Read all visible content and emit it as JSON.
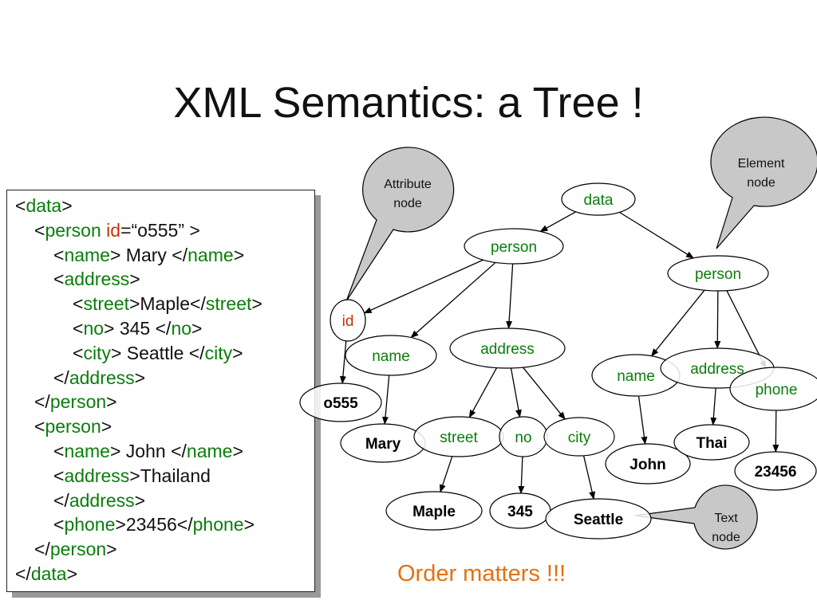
{
  "title": "XML Semantics: a Tree !",
  "code_lines": [
    [
      {
        "t": "<",
        "c": "p"
      },
      {
        "t": "data",
        "c": "tag"
      },
      {
        "t": ">",
        "c": "p"
      }
    ],
    [
      {
        "t": "<",
        "c": "p"
      },
      {
        "t": "person",
        "c": "tag"
      },
      {
        "t": " ",
        "c": "p"
      },
      {
        "t": "id",
        "c": "attr"
      },
      {
        "t": "=“o555” >",
        "c": "p"
      }
    ],
    [
      {
        "t": "<",
        "c": "p"
      },
      {
        "t": "name",
        "c": "tag"
      },
      {
        "t": "> Mary </",
        "c": "p"
      },
      {
        "t": "name",
        "c": "tag"
      },
      {
        "t": ">",
        "c": "p"
      }
    ],
    [
      {
        "t": "<",
        "c": "p"
      },
      {
        "t": "address",
        "c": "tag"
      },
      {
        "t": ">",
        "c": "p"
      }
    ],
    [
      {
        "t": "<",
        "c": "p"
      },
      {
        "t": "street",
        "c": "tag"
      },
      {
        "t": ">Maple</",
        "c": "p"
      },
      {
        "t": "street",
        "c": "tag"
      },
      {
        "t": ">",
        "c": "p"
      }
    ],
    [
      {
        "t": "<",
        "c": "p"
      },
      {
        "t": "no",
        "c": "tag"
      },
      {
        "t": "> 345 </",
        "c": "p"
      },
      {
        "t": "no",
        "c": "tag"
      },
      {
        "t": ">",
        "c": "p"
      }
    ],
    [
      {
        "t": "<",
        "c": "p"
      },
      {
        "t": "city",
        "c": "tag"
      },
      {
        "t": "> Seattle </",
        "c": "p"
      },
      {
        "t": "city",
        "c": "tag"
      },
      {
        "t": ">",
        "c": "p"
      }
    ],
    [
      {
        "t": "</",
        "c": "p"
      },
      {
        "t": "address",
        "c": "tag"
      },
      {
        "t": ">",
        "c": "p"
      }
    ],
    [
      {
        "t": "</",
        "c": "p"
      },
      {
        "t": "person",
        "c": "tag"
      },
      {
        "t": ">",
        "c": "p"
      }
    ],
    [
      {
        "t": "<",
        "c": "p"
      },
      {
        "t": "person",
        "c": "tag"
      },
      {
        "t": ">",
        "c": "p"
      }
    ],
    [
      {
        "t": "<",
        "c": "p"
      },
      {
        "t": "name",
        "c": "tag"
      },
      {
        "t": "> John </",
        "c": "p"
      },
      {
        "t": "name",
        "c": "tag"
      },
      {
        "t": ">",
        "c": "p"
      }
    ],
    [
      {
        "t": "<",
        "c": "p"
      },
      {
        "t": "address",
        "c": "tag"
      },
      {
        "t": ">Thailand",
        "c": "p"
      }
    ],
    [
      {
        "t": "</",
        "c": "p"
      },
      {
        "t": "address",
        "c": "tag"
      },
      {
        "t": ">",
        "c": "p"
      }
    ],
    [
      {
        "t": "<",
        "c": "p"
      },
      {
        "t": "phone",
        "c": "tag"
      },
      {
        "t": ">23456</",
        "c": "p"
      },
      {
        "t": "phone",
        "c": "tag"
      },
      {
        "t": ">",
        "c": "p"
      }
    ],
    [
      {
        "t": "</",
        "c": "p"
      },
      {
        "t": "person",
        "c": "tag"
      },
      {
        "t": ">",
        "c": "p"
      }
    ],
    [
      {
        "t": "</",
        "c": "p"
      },
      {
        "t": "data",
        "c": "tag"
      },
      {
        "t": ">",
        "c": "p"
      }
    ]
  ],
  "tree": {
    "nodes": [
      {
        "id": "data",
        "label": "data",
        "kind": "element"
      },
      {
        "id": "person1",
        "label": "person",
        "kind": "element"
      },
      {
        "id": "person2",
        "label": "person",
        "kind": "element"
      },
      {
        "id": "id",
        "label": "id",
        "kind": "attribute"
      },
      {
        "id": "name1",
        "label": "name",
        "kind": "element"
      },
      {
        "id": "address1",
        "label": "address",
        "kind": "element"
      },
      {
        "id": "o555",
        "label": "o555",
        "kind": "text"
      },
      {
        "id": "mary",
        "label": "Mary",
        "kind": "text"
      },
      {
        "id": "street",
        "label": "street",
        "kind": "element"
      },
      {
        "id": "no",
        "label": "no",
        "kind": "element"
      },
      {
        "id": "city",
        "label": "city",
        "kind": "element"
      },
      {
        "id": "maple",
        "label": "Maple",
        "kind": "text"
      },
      {
        "id": "n345",
        "label": "345",
        "kind": "text"
      },
      {
        "id": "seattle",
        "label": "Seattle",
        "kind": "text"
      },
      {
        "id": "name2",
        "label": "name",
        "kind": "element"
      },
      {
        "id": "address2",
        "label": "address",
        "kind": "element"
      },
      {
        "id": "phone",
        "label": "phone",
        "kind": "element"
      },
      {
        "id": "john",
        "label": "John",
        "kind": "text"
      },
      {
        "id": "thai",
        "label": "Thai",
        "kind": "text"
      },
      {
        "id": "n23456",
        "label": "23456",
        "kind": "text"
      }
    ],
    "edges": [
      [
        "data",
        "person1"
      ],
      [
        "data",
        "person2"
      ],
      [
        "person1",
        "id"
      ],
      [
        "person1",
        "name1"
      ],
      [
        "person1",
        "address1"
      ],
      [
        "id",
        "o555"
      ],
      [
        "name1",
        "mary"
      ],
      [
        "address1",
        "street"
      ],
      [
        "address1",
        "no"
      ],
      [
        "address1",
        "city"
      ],
      [
        "street",
        "maple"
      ],
      [
        "no",
        "n345"
      ],
      [
        "city",
        "seattle"
      ],
      [
        "person2",
        "name2"
      ],
      [
        "person2",
        "address2"
      ],
      [
        "person2",
        "phone"
      ],
      [
        "name2",
        "john"
      ],
      [
        "address2",
        "thai"
      ],
      [
        "phone",
        "n23456"
      ]
    ]
  },
  "callouts": {
    "attribute": [
      "Attribute",
      "node"
    ],
    "element": [
      "Element",
      "node"
    ],
    "text": [
      "Text",
      "node"
    ]
  },
  "note": "Order matters !!!",
  "colors": {
    "tag": "#0a7d0a",
    "attr": "#c83200",
    "text": "#111111",
    "note": "#e57012",
    "callout_fill": "#c8c8c8"
  }
}
